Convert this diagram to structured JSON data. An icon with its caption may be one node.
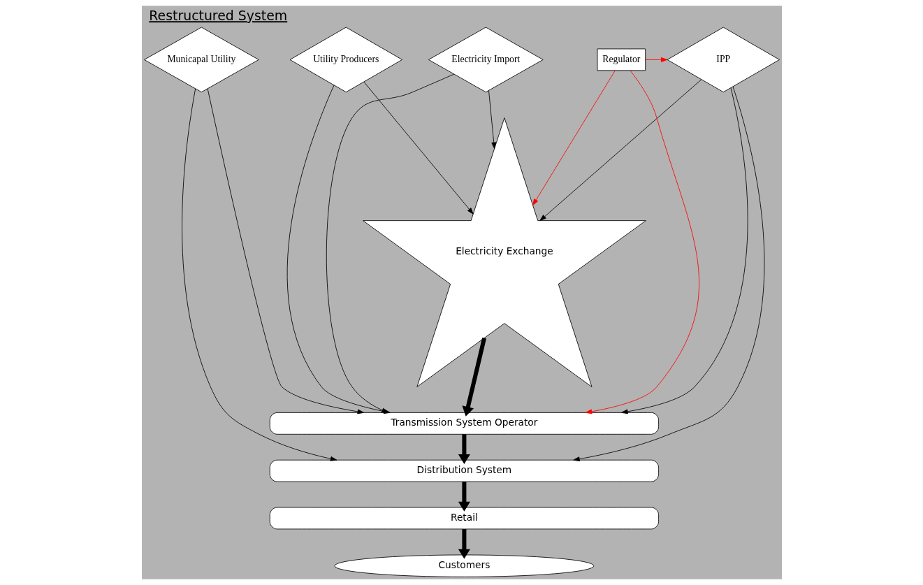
{
  "diagram": {
    "title": "Restructured System",
    "nodes": [
      {
        "text": [
          "IPP"
        ]
      },
      {
        "text": [
          "Utility Producers"
        ]
      },
      {
        "text": [
          "Electricity Import"
        ]
      },
      {
        "text": [
          "Municapal Utility"
        ]
      },
      {
        "text": [
          "Regulator"
        ]
      },
      {
        "text": [
          "Electricity Exchange"
        ]
      },
      {
        "text": [
          "Transmission System Operator"
        ]
      },
      {
        "text": [
          "Distribution System"
        ]
      },
      {
        "text": [
          "Retail"
        ]
      },
      {
        "text": [
          "Customers"
        ]
      }
    ],
    "edges": [
      {
        "from": 4,
        "to": 0,
        "arrow": "to",
        "color": "#ff0000"
      },
      {
        "from": 4,
        "to": 5,
        "arrow": "to",
        "color": "#ff0000"
      },
      {
        "from": 4,
        "to": 6,
        "arrow": "to",
        "color": "#ff0000"
      },
      {
        "from": 0,
        "to": 5,
        "arrow": "to"
      },
      {
        "from": 0,
        "to": 6,
        "arrow": "to"
      },
      {
        "from": 0,
        "to": 7,
        "arrow": "to"
      },
      {
        "from": 1,
        "to": 5,
        "arrow": "to"
      },
      {
        "from": 1,
        "to": 6,
        "arrow": "to"
      },
      {
        "from": 2,
        "to": 5,
        "arrow": "to"
      },
      {
        "from": 2,
        "to": 6,
        "arrow": "to"
      },
      {
        "from": 3,
        "to": 6,
        "arrow": "to"
      },
      {
        "from": 3,
        "to": 7,
        "arrow": "to"
      },
      {
        "from": 5,
        "to": 6,
        "arrow": "to",
        "style": "thick"
      },
      {
        "from": 6,
        "to": 7,
        "arrow": "to",
        "style": "thick"
      },
      {
        "from": 7,
        "to": 8,
        "arrow": "to",
        "style": "thick"
      },
      {
        "from": 8,
        "to": 9,
        "arrow": "to",
        "style": "thick"
      }
    ]
  }
}
